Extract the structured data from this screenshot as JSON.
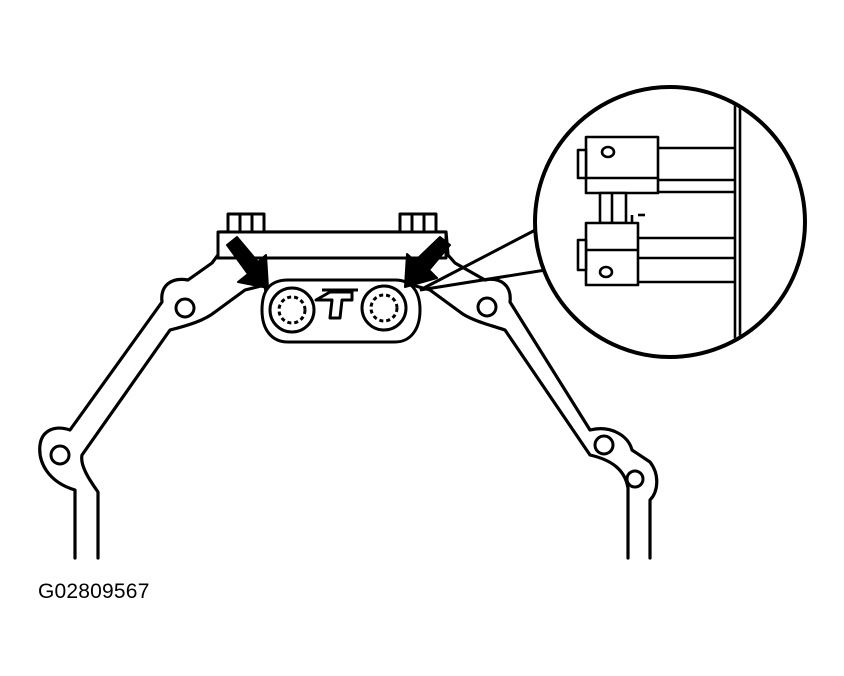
{
  "figure": {
    "code": "G02809567"
  },
  "colors": {
    "ink": "#000000",
    "paper": "#ffffff"
  },
  "icons": {
    "arrow_left": "arrow-pointing-down-right",
    "arrow_right": "arrow-pointing-down-left"
  }
}
